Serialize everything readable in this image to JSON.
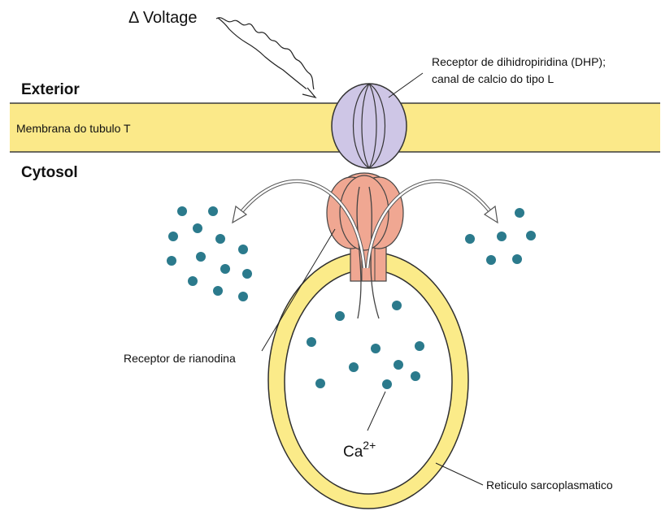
{
  "labels": {
    "voltage": "Δ Voltage",
    "exterior": "Exterior",
    "cytosol": "Cytosol",
    "membrane": "Membrana do tubulo T",
    "dhp_line1": "Receptor de dihidropiridina (DHP);",
    "dhp_line2": "canal de calcio do tipo L",
    "ryanodine": "Receptor de rianodina",
    "ca_base": "Ca",
    "ca_sup": "2+",
    "sr": "Reticulo sarcoplasmatico"
  },
  "colors": {
    "membrane_fill": "#fbe989",
    "membrane_edge": "#3b3b3b",
    "dhp_fill": "#cec6e6",
    "ryr_fill": "#f0a792",
    "sr_fill": "#fbeb89",
    "ion": "#2b7a8c"
  },
  "icons": {
    "voltage_arrow": "wavy-arrow-icon",
    "release_arrows": "curved-arrow-icon",
    "ion": "calcium-ion-dot"
  }
}
